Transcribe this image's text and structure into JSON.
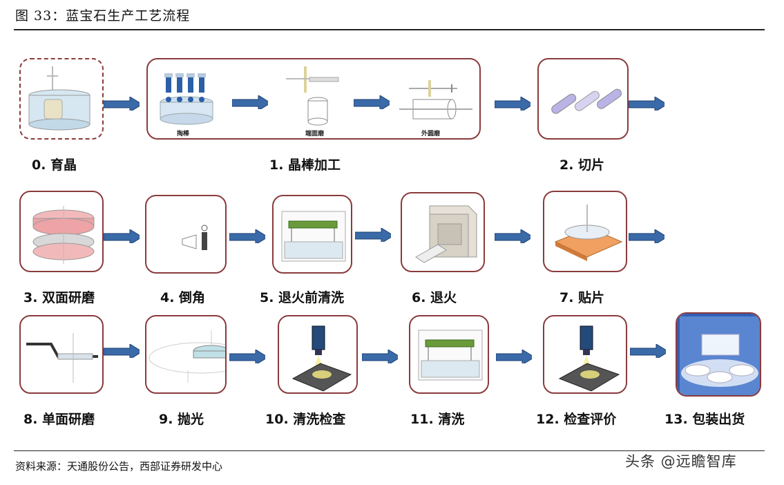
{
  "header": {
    "title": "图 33：蓝宝石生产工艺流程"
  },
  "footer": {
    "source": "资料来源：天通股份公告，西部证券研发中心",
    "watermark": "头条 @远瞻智库"
  },
  "steps": [
    {
      "label": "0. 育晶"
    },
    {
      "label": "1. 晶棒加工",
      "sublabels": [
        "掏棒",
        "端面磨",
        "外圆磨"
      ]
    },
    {
      "label": "2. 切片"
    },
    {
      "label": "3. 双面研磨"
    },
    {
      "label": "4. 倒角"
    },
    {
      "label": "5. 退火前清洗"
    },
    {
      "label": "6. 退火"
    },
    {
      "label": "7. 贴片"
    },
    {
      "label": "8. 单面研磨"
    },
    {
      "label": "9. 抛光"
    },
    {
      "label": "10. 清洗检查"
    },
    {
      "label": "11. 清洗"
    },
    {
      "label": "12. 检查评价"
    },
    {
      "label": "13. 包装出货"
    }
  ],
  "colors": {
    "border": "#8a3a3c",
    "arrow": "#3a6aa8",
    "arrow_edge": "#1f3f70"
  }
}
